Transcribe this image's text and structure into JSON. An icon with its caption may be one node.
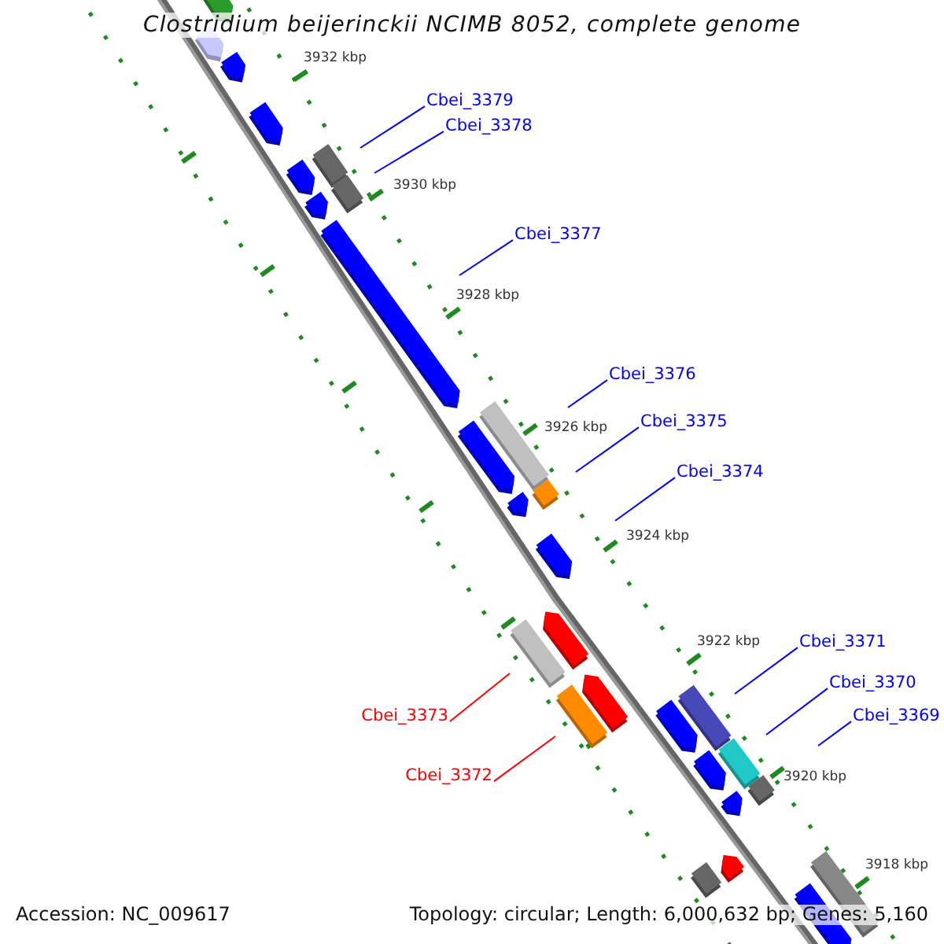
{
  "diagram": {
    "title": "Clostridium beijerinckii NCIMB 8052, complete genome",
    "nodes": [
      {
        "text": [
          "Cbei_3379"
        ]
      },
      {
        "text": [
          "Cbei_3378"
        ]
      },
      {
        "text": [
          "Cbei_3377"
        ]
      },
      {
        "text": [
          "Cbei_3376"
        ]
      },
      {
        "text": [
          "Cbei_3375"
        ]
      },
      {
        "text": [
          "Cbei_3374"
        ]
      },
      {
        "text": [
          "Cbei_3371"
        ]
      },
      {
        "text": [
          "Cbei_3370"
        ]
      },
      {
        "text": [
          "Cbei_3369"
        ]
      },
      {
        "text": [
          "Cbei_3373"
        ]
      },
      {
        "text": [
          "Cbei_3372"
        ]
      }
    ],
    "edges": [
      {
        "from": 0,
        "to": null,
        "arrow": "none"
      },
      {
        "from": 1,
        "to": null,
        "arrow": "none"
      },
      {
        "from": 2,
        "to": null,
        "arrow": "none"
      },
      {
        "from": 3,
        "to": null,
        "arrow": "none"
      },
      {
        "from": 4,
        "to": null,
        "arrow": "none"
      },
      {
        "from": 5,
        "to": null,
        "arrow": "none"
      },
      {
        "from": 6,
        "to": null,
        "arrow": "none"
      },
      {
        "from": 7,
        "to": null,
        "arrow": "none"
      },
      {
        "from": 8,
        "to": null,
        "arrow": "none"
      },
      {
        "from": 9,
        "to": null,
        "arrow": "none",
        "color": "#ff0000"
      },
      {
        "from": 10,
        "to": null,
        "arrow": "none",
        "color": "#ff0000"
      }
    ],
    "labels": [
      "3932 kbp",
      "3930 kbp",
      "3928 kbp",
      "3926 kbp",
      "3924 kbp",
      "3922 kbp",
      "3920 kbp",
      "3918 kbp",
      "Accession: NC_009617",
      "Topology: circular; Length: 6,000,632 bp; Genes: 5,160"
    ]
  }
}
